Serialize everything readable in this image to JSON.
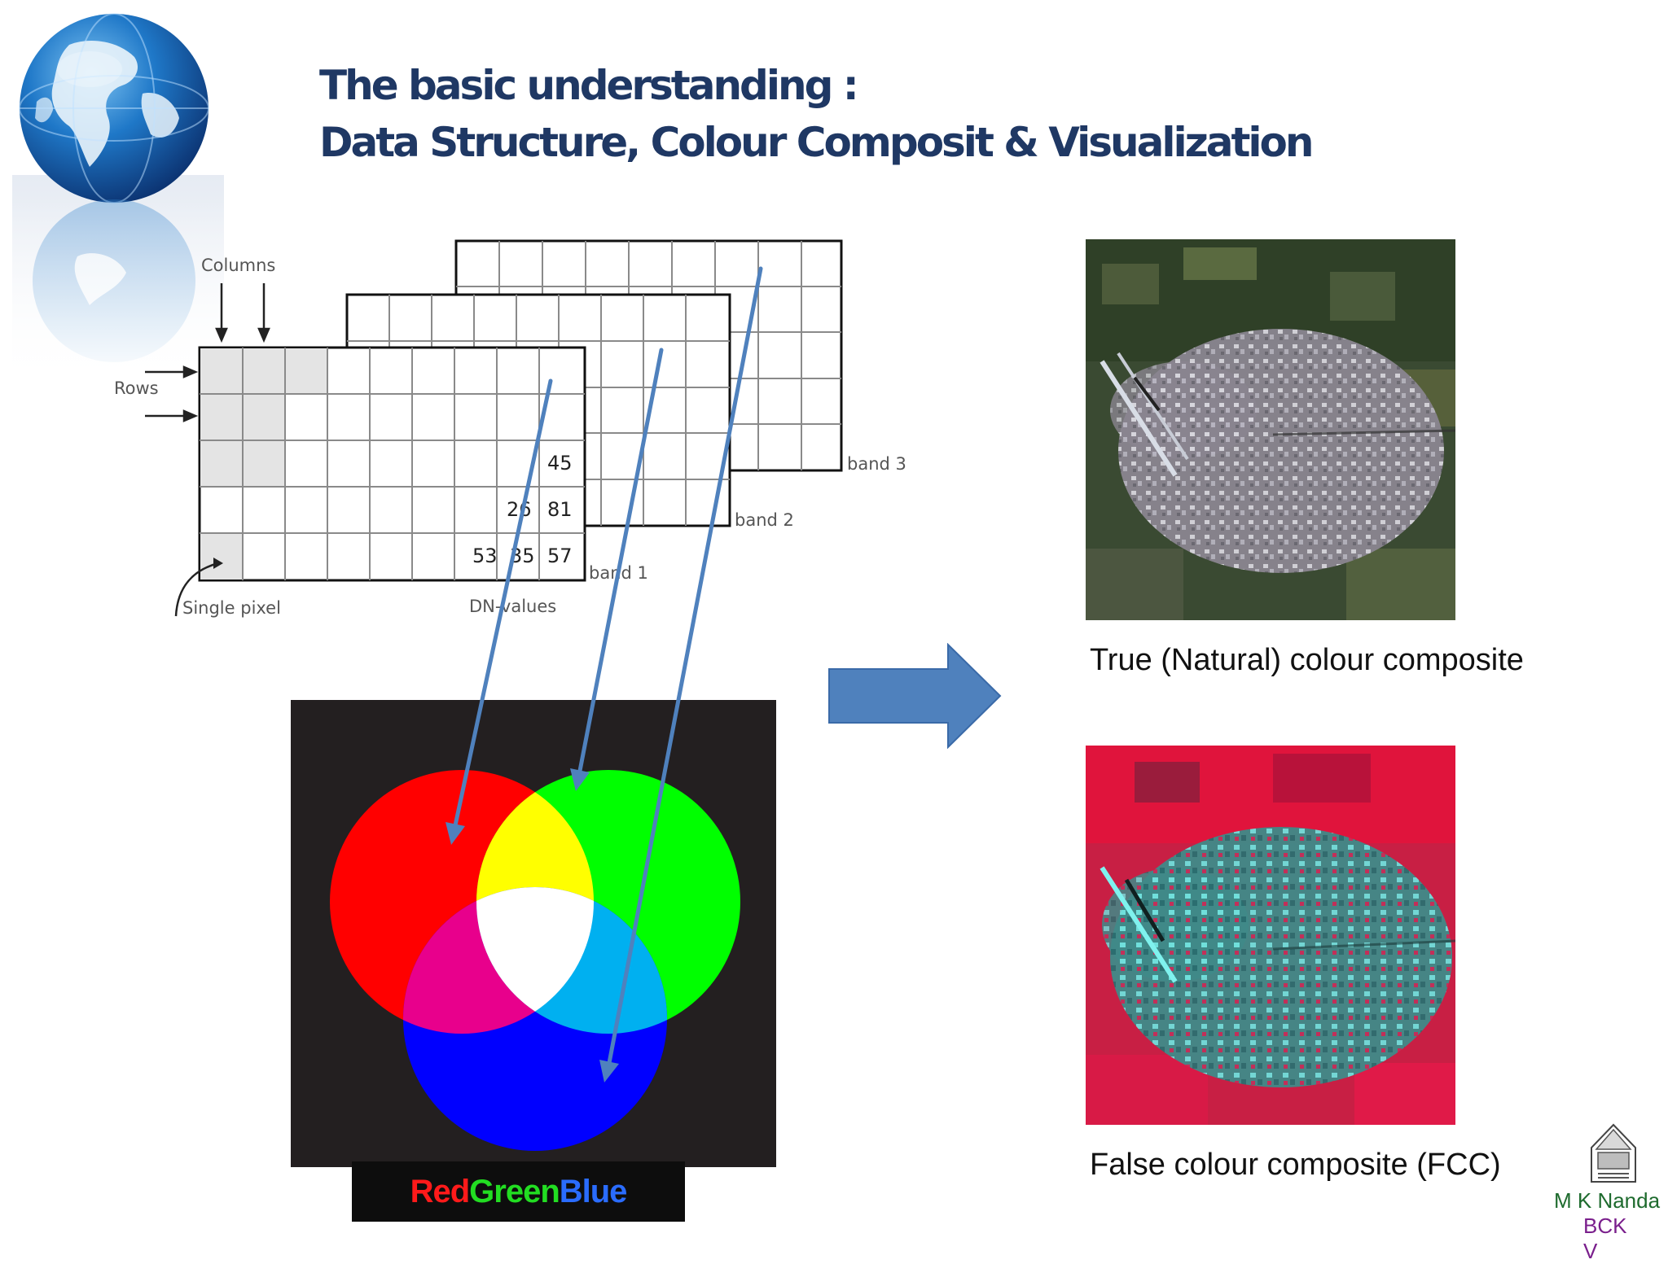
{
  "slide": {
    "title_line1": "The basic understanding :",
    "title_line2": "Data  Structure, Colour Composit   & Visualization"
  },
  "grid_diagram": {
    "columns_label": "Columns",
    "rows_label": "Rows",
    "single_pixel_label": "Single pixel",
    "dn_values_label": "DN-values",
    "band_labels": [
      "band 1",
      "band 2",
      "band 3"
    ],
    "cell_values": {
      "v1": "45",
      "v2": "26",
      "v3": "81",
      "v4": "53",
      "v5": "35",
      "v6": "57"
    }
  },
  "rgb": {
    "red_label": "Red",
    "green_label": "Green",
    "blue_label": "Blue",
    "colors": {
      "red": "#ff0000",
      "green": "#00ff00",
      "blue": "#0000ff",
      "yellow": "#ffff00",
      "magenta": "#e8008c",
      "cyan": "#00b0f0",
      "white": "#ffffff",
      "background": "#231f20"
    }
  },
  "images": {
    "true_colour_caption": "True (Natural) colour composite",
    "false_colour_caption": "False colour composite (FCC)"
  },
  "signature": {
    "line1": "M K Nanda",
    "line2": "BCK",
    "line3": "V"
  },
  "icons": [
    "globe-icon",
    "right-arrow-icon",
    "university-logo-icon"
  ],
  "accent_colors": {
    "title": "#1f3864",
    "arrow": "#4f81bd"
  }
}
